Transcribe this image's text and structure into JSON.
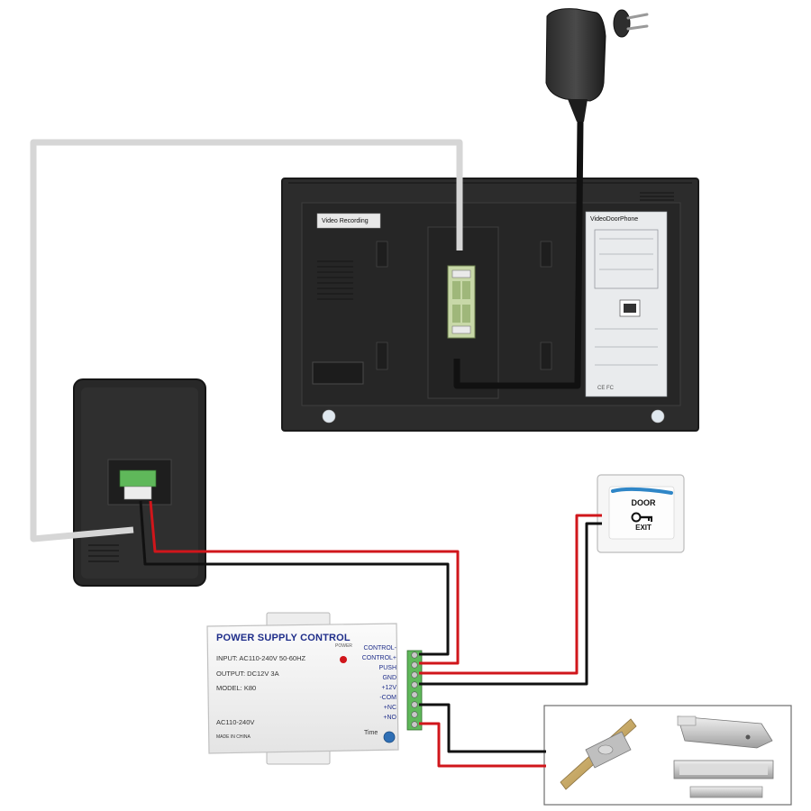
{
  "monitor": {
    "left_label": "Video Recording",
    "right_label": "VideoDoorPhone"
  },
  "power_supply": {
    "title": "POWER SUPPLY CONTROL",
    "power_indicator": "POWER",
    "input_spec": "INPUT: AC110-240V  50-60HZ",
    "output_spec": "OUTPUT: DC12V  3A",
    "model": "MODEL: K80",
    "ac_label": "AC110-240V",
    "made_in": "MADE IN CHINA",
    "time_label": "Time",
    "terminals": [
      "CONTROL-",
      "CONTROL+",
      "PUSH",
      "GND",
      "+12V",
      "-COM",
      "+NC",
      "+NO"
    ]
  },
  "exit_button": {
    "top_text": "DOOR",
    "bottom_text": "EXIT"
  },
  "colors": {
    "device_body": "#2b2b2b",
    "wire_red": "#d0161b",
    "wire_black": "#111111",
    "wire_grey": "#d6d6d6",
    "psu_title": "#1f2e8a",
    "terminal_green": "#5fb85a"
  },
  "icons": {
    "indoor_monitor": "monitor-back-icon",
    "outdoor_camera": "outdoor-camera-icon",
    "power_adapter": "eu-power-adapter-icon",
    "exit_button": "key-icon",
    "locks": "electric-lock-icon"
  }
}
